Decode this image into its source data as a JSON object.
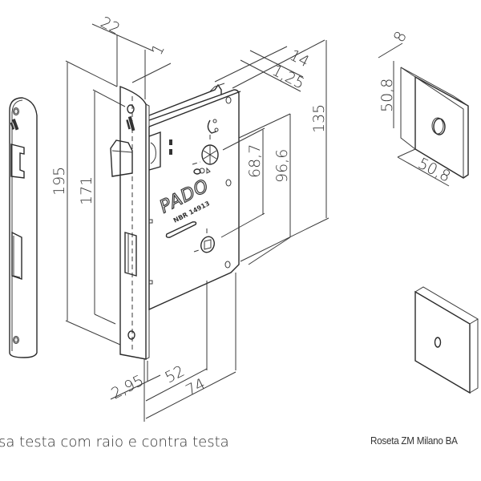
{
  "lock_drawing": {
    "brand_logo": "PADO",
    "standard_mark": "NBR 14913",
    "dimensions": {
      "backset_width": "22",
      "faceplate_thickness": "1",
      "case_depth": "14",
      "plate_thickness": "1,25",
      "case_height": "135",
      "handle_to_key_distance_a": "96,6",
      "handle_to_key_distance_b": "68,7",
      "faceplate_height": "195",
      "strike_height": "171",
      "bottom_offset": "2,95",
      "backset": "52",
      "case_width": "74"
    },
    "caption": "sa testa com raio e contra testa"
  },
  "rosette_drawing": {
    "dimensions": {
      "thickness": "8",
      "height": "50,8",
      "width": "50,8"
    },
    "caption": "Roseta ZM Milano BA"
  }
}
